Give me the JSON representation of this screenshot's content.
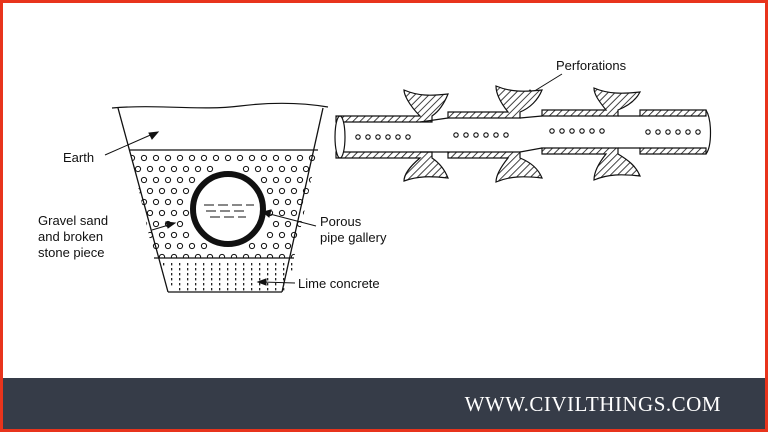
{
  "labels": {
    "earth": "Earth",
    "gravel_line1": "Gravel sand",
    "gravel_line2": "and broken",
    "gravel_line3": "stone piece",
    "porous_line1": "Porous",
    "porous_line2": "pipe gallery",
    "lime": "Lime concrete",
    "perforations": "Perforations"
  },
  "footer": {
    "website": "WWW.CIVILTHINGS.COM"
  },
  "colors": {
    "border": "#e8341c",
    "footer_bg": "#363c48",
    "footer_text": "#ffffff",
    "ink": "#111111"
  }
}
